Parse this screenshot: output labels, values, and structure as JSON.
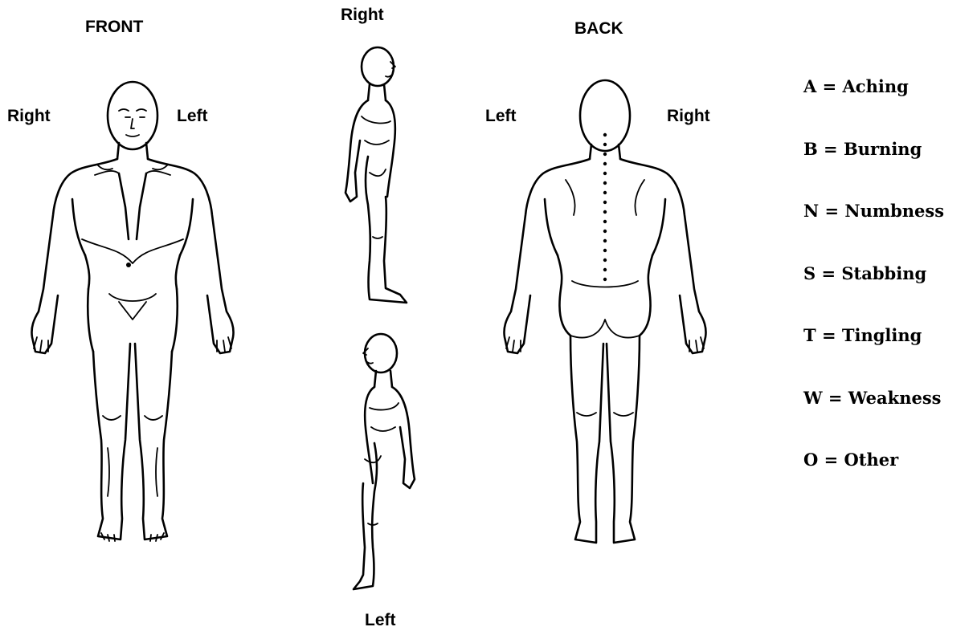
{
  "front": {
    "title": "FRONT",
    "right": "Right",
    "left": "Left"
  },
  "side": {
    "top_label": "Right",
    "bottom_label": "Left"
  },
  "back": {
    "title": "BACK",
    "left": "Left",
    "right": "Right"
  },
  "legend": [
    "A = Aching",
    "B = Burning",
    "N = Numbness",
    "S = Stabbing",
    "T = Tingling",
    "W = Weakness",
    "O = Other"
  ],
  "colors": {
    "ink": "#000000",
    "paper": "#ffffff"
  },
  "icons": [
    "front-body-figure",
    "side-body-figure-right",
    "side-body-figure-left",
    "back-body-figure"
  ]
}
